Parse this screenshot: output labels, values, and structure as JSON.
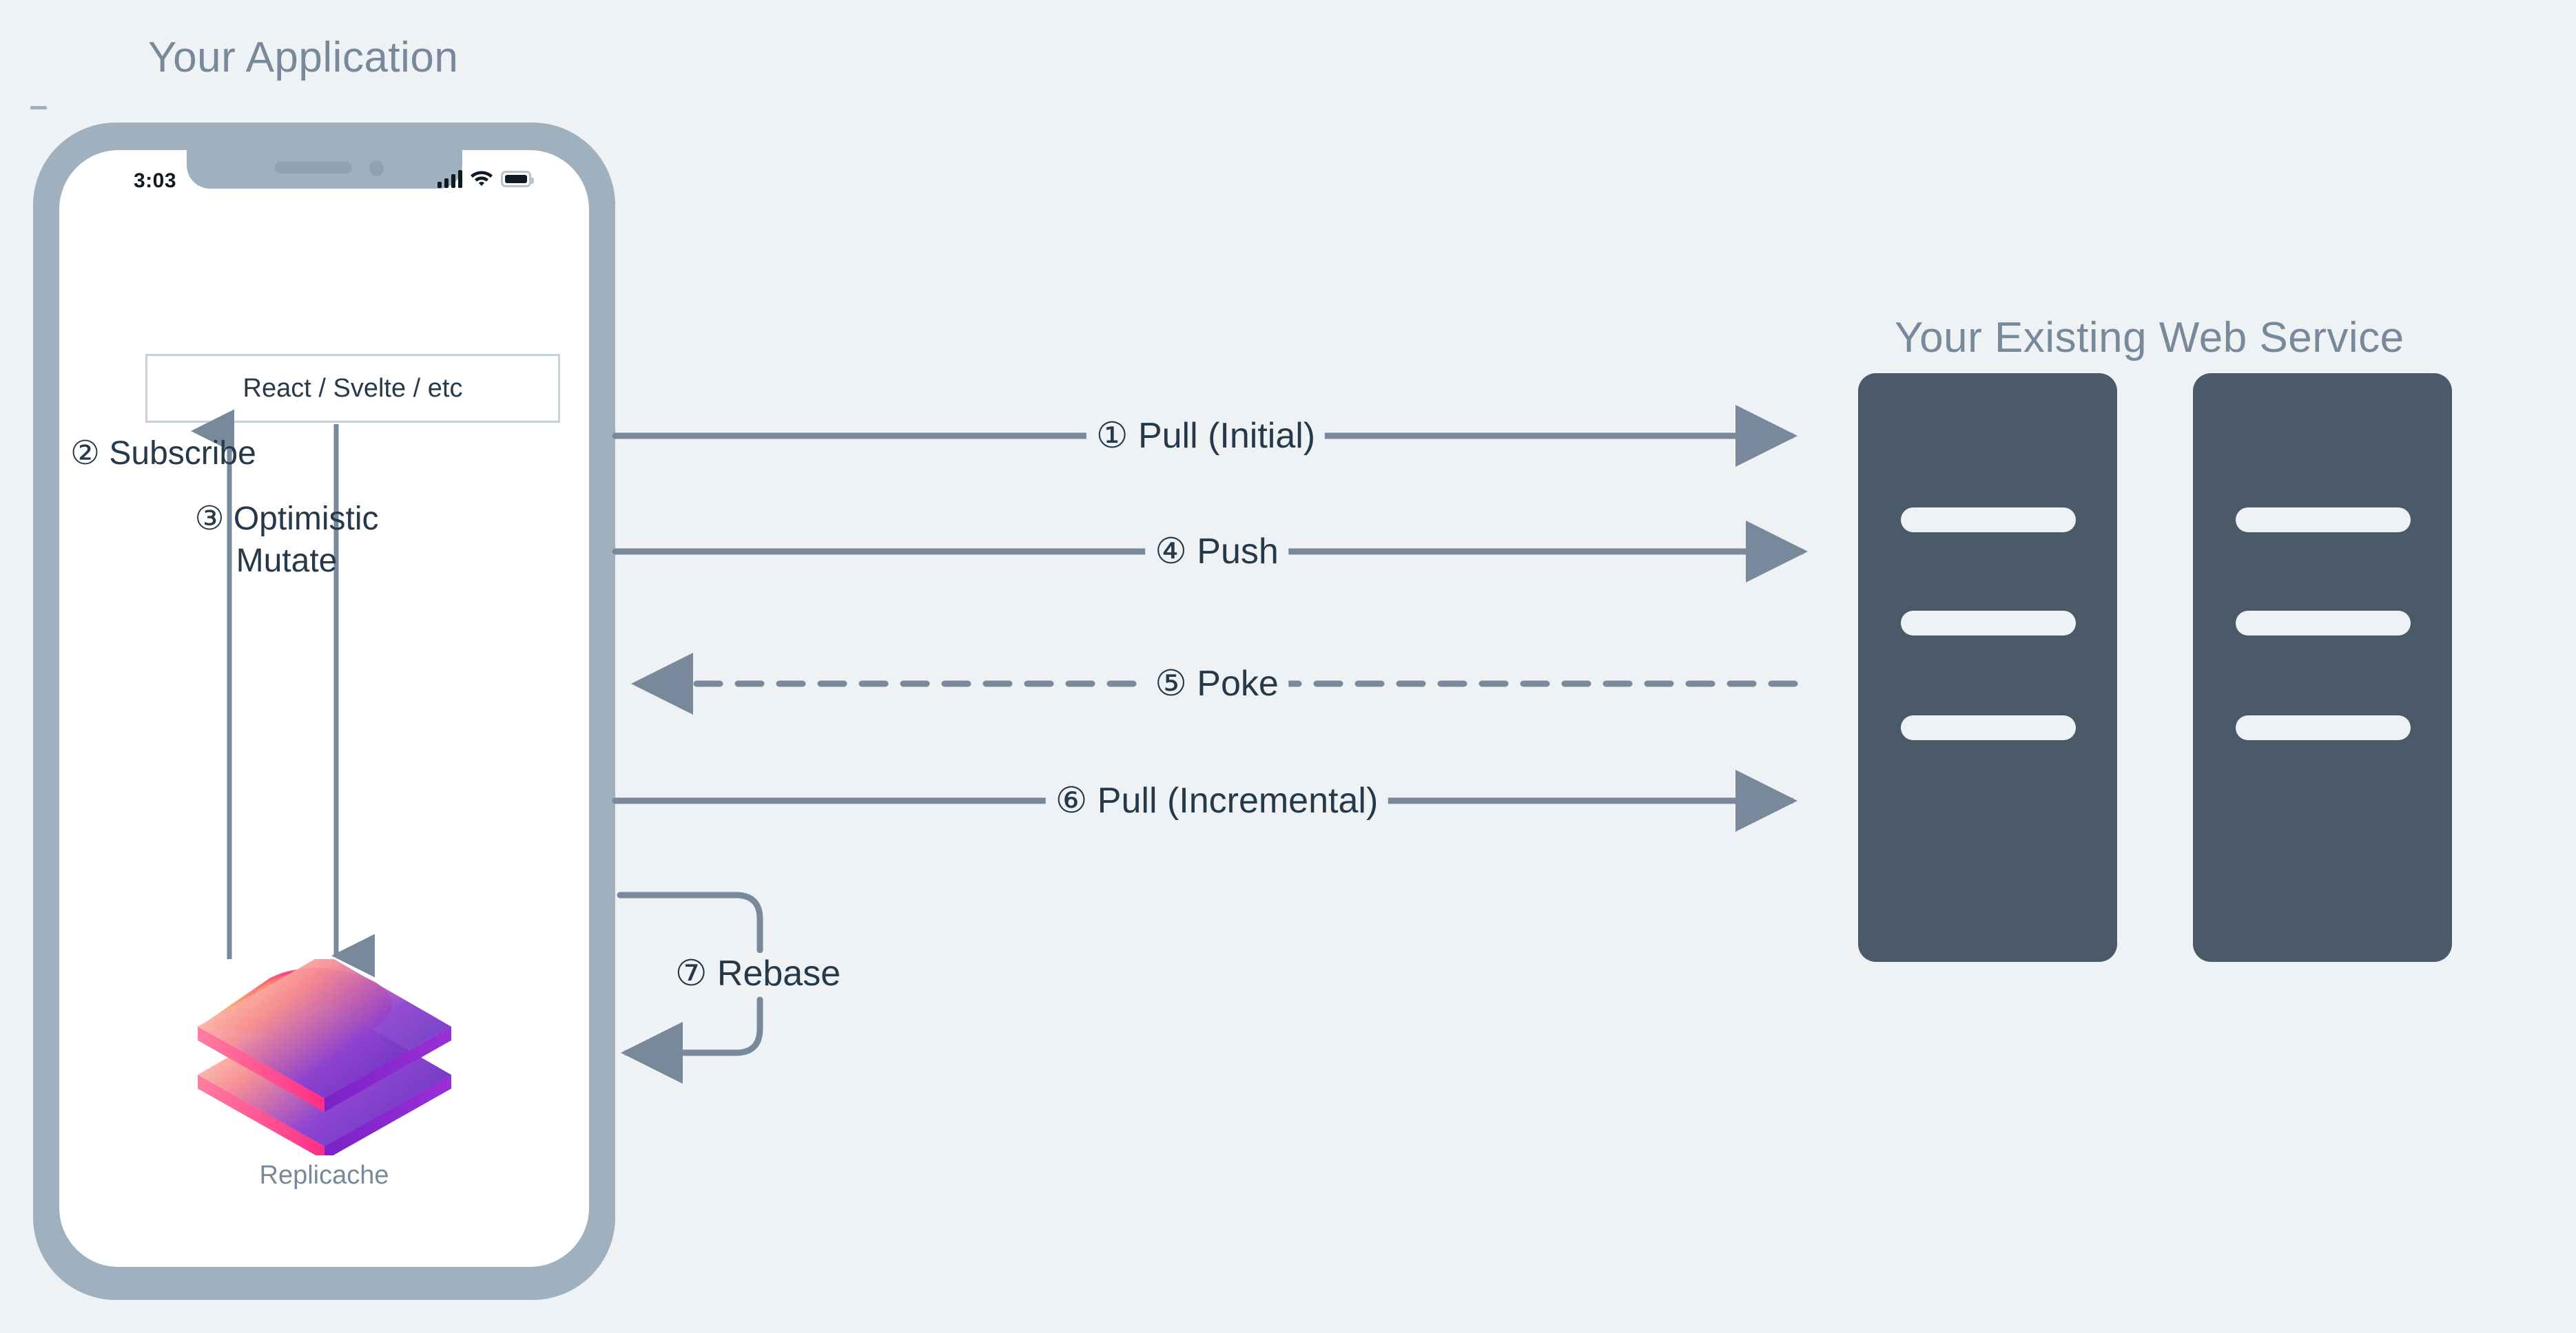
{
  "background_color": "#eff2f5",
  "accent_colors": {
    "title_text": "#78899b",
    "body_text": "#25394a",
    "phone_frame": "#9fb0be",
    "phone_screen": "#ffffff",
    "wire": "#78899b",
    "server_body": "#4a5a68",
    "server_slot": "#eff2f5",
    "box_border": "#c6d2dc"
  },
  "app": {
    "title": "Your Application",
    "phone": {
      "status_bar": {
        "time": "3:03",
        "icons": [
          "cellular-signal-icon",
          "wifi-icon",
          "battery-icon"
        ]
      },
      "framework_box": {
        "label": "React / Svelte / etc"
      },
      "labels": {
        "subscribe": "② Subscribe",
        "optimistic_mutate": "③ Optimistic Mutate"
      },
      "logo": {
        "caption": "Replicache",
        "icon": "replicache-layers-logo"
      }
    }
  },
  "service": {
    "title": "Your Existing Web Service",
    "racks": [
      {
        "name": "server-rack-1",
        "slots": 3
      },
      {
        "name": "server-rack-2",
        "slots": 3
      }
    ]
  },
  "flows": [
    {
      "id": 1,
      "label": "① Pull (Initial)",
      "direction": "client-to-server",
      "style": "solid"
    },
    {
      "id": 4,
      "label": "④ Push",
      "direction": "client-to-server",
      "style": "solid"
    },
    {
      "id": 5,
      "label": "⑤ Poke",
      "direction": "server-to-client",
      "style": "dashed"
    },
    {
      "id": 6,
      "label": "⑥ Pull (Incremental)",
      "direction": "client-to-server",
      "style": "solid"
    },
    {
      "id": 7,
      "label": "⑦ Rebase",
      "direction": "loop-back-to-client",
      "style": "solid"
    }
  ]
}
